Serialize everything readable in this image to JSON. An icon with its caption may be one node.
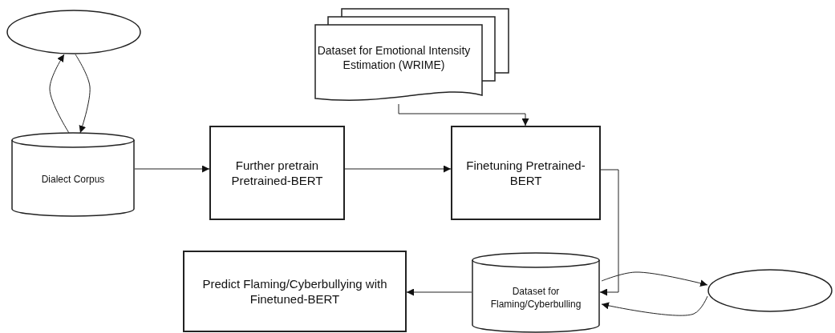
{
  "diagram": {
    "nodes": [
      {
        "text": [],
        "shape": "circle"
      },
      {
        "text": [
          "Dataset for Emotional Intensity Estimation (WRIME)"
        ]
      },
      {
        "text": [
          "Dialect Corpus"
        ]
      },
      {
        "text": [
          "Further pretrain Pretrained-BERT"
        ]
      },
      {
        "text": [
          "Finetuning Pretrained-BERT"
        ]
      },
      {
        "text": [
          "Predict Flaming/Cyberbullying with Finetuned-BERT"
        ]
      },
      {
        "text": [
          "Dataset for Flaming/Cyberbulling"
        ]
      },
      {
        "text": [],
        "shape": "circle"
      }
    ],
    "edges": [
      {
        "from": 2,
        "to": 0,
        "arrow": "to"
      },
      {
        "from": 0,
        "to": 2,
        "arrow": "to"
      },
      {
        "from": 2,
        "to": 3,
        "arrow": "to"
      },
      {
        "from": 3,
        "to": 4,
        "arrow": "to"
      },
      {
        "from": 1,
        "to": 4,
        "arrow": "to"
      },
      {
        "from": 4,
        "to": 6,
        "arrow": "to"
      },
      {
        "from": 6,
        "to": 5,
        "arrow": "to"
      },
      {
        "from": 6,
        "to": 7,
        "arrow": "to"
      },
      {
        "from": 7,
        "to": 6,
        "arrow": "to"
      }
    ]
  }
}
